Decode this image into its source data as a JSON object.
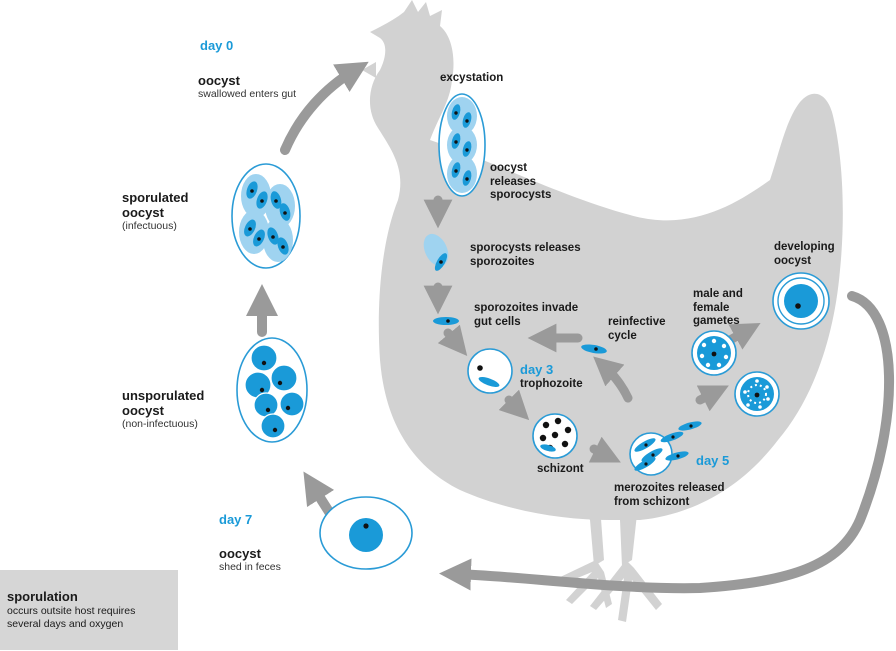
{
  "days": {
    "day0": "day 0",
    "day3": "day 3",
    "day5": "day 5",
    "day7": "day 7"
  },
  "stages": {
    "oocyst_ingested": {
      "title": "oocyst",
      "note": "swallowed enters gut"
    },
    "sporulated": {
      "title_line1": "sporulated",
      "title_line2": "oocyst",
      "note": "(infectuous)"
    },
    "unsporulated": {
      "title_line1": "unsporulated",
      "title_line2": "oocyst",
      "note": "(non-infectuous)"
    },
    "oocyst_shed": {
      "title": "oocyst",
      "note": "shed in feces"
    },
    "excystation": "excystation",
    "oocyst_releases": [
      "oocyst",
      "releases",
      "sporocysts"
    ],
    "sporocysts_releases": [
      "sporocysts releases",
      "sporozoites"
    ],
    "sporozoites_invade": [
      "sporozoites invade",
      "gut cells"
    ],
    "reinfective": [
      "reinfective",
      "cycle"
    ],
    "trophozoite": "trophozoite",
    "schizont": "schizont",
    "merozoites": [
      "merozoites released",
      "from schizont"
    ],
    "gametes": [
      "male and",
      "female",
      "gametes"
    ],
    "developing": [
      "developing",
      "oocyst"
    ]
  },
  "sporulation_box": {
    "title": "sporulation",
    "line1": "occurs outsite host requires",
    "line2": "several days and oxygen"
  },
  "colors": {
    "blue": "#1a9ad8",
    "light_blue": "#9fd3f0",
    "outline": "#2a9bd6",
    "hen": "#d2d2d2",
    "arrow": "#9a9a9a"
  }
}
